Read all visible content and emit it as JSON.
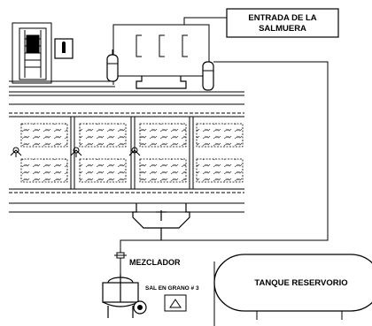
{
  "labels": {
    "brine_inlet_line1": "ENTRADA DE LA",
    "brine_inlet_line2": "SALMUERA",
    "mixer": "MEZCLADOR",
    "grain_salt": "SAL EN GRANO # 3",
    "reservoir_tank": "TANQUE RESERVORIO"
  },
  "conveyor": {
    "lower_row_has_spray_nozzles": true
  },
  "colors": {
    "line": "#000000",
    "background": "#ffffff"
  }
}
